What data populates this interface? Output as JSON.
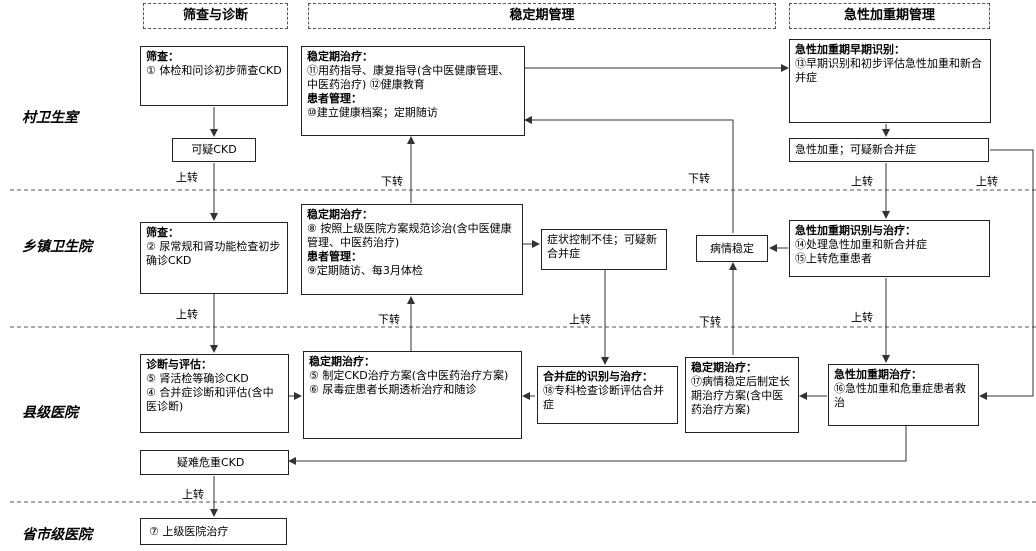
{
  "headers": {
    "screening": "筛查与诊断",
    "stable": "稳定期管理",
    "acute": "急性加重期管理"
  },
  "levels": {
    "village": "村卫生室",
    "township": "乡镇卫生院",
    "county": "县级医院",
    "city": "省市级医院"
  },
  "boxes": {
    "v_screen_title": "筛查：",
    "v_screen_body": "① 体检和问诊初步筛查CKD",
    "v_suspect": "可疑CKD",
    "v_stable_title": "稳定期治疗：",
    "v_stable_body": "⑪用药指导、康复指导(含中医健康管理、中医药治疗) ⑫健康教育",
    "v_patient_title": "患者管理：",
    "v_patient_body": "⑩建立健康档案；定期随访",
    "v_acute_title": "急性加重期早期识别：",
    "v_acute_body": "⑬早期识别和初步评估急性加重和新合并症",
    "v_acute_suspect": "急性加重；可疑新合并症",
    "t_screen_title": "筛查：",
    "t_screen_body": "② 尿常规和肾功能检查初步确诊CKD",
    "t_stable_title": "稳定期治疗：",
    "t_stable_body": "⑧ 按照上级医院方案规范诊治(含中医健康管理、中医药治疗)",
    "t_patient_title": "患者管理：",
    "t_patient_body": "⑨定期随访、每3月体检",
    "t_symptom": "症状控制不佳；可疑新合并症",
    "t_stable_ok": "病情稳定",
    "t_acute_title": "急性加重期识别与治疗：",
    "t_acute_body1": "⑭处理急性加重和新合并症",
    "t_acute_body2": "⑮上转危重患者",
    "c_diag_title": "诊断与评估：",
    "c_diag_body1": "⑤ 肾活检等确诊CKD",
    "c_diag_body2": "④ 合并症诊断和评估(含中医诊断)",
    "c_stable_title": "稳定期治疗：",
    "c_stable_body1": "⑤ 制定CKD治疗方案(含中医药治疗方案)",
    "c_stable_body2": "⑥ 尿毒症患者长期透析治疗和随诊",
    "c_comp_title": "合并症的识别与治疗：",
    "c_comp_body": "⑱专科检查诊断评估合并症",
    "c_stable2_title": "稳定期治疗：",
    "c_stable2_body": "⑰病情稳定后制定长期治疗方案(含中医药治疗方案)",
    "c_acute_title": "急性加重期治疗：",
    "c_acute_body": "⑯急性加重和危重症患者救治",
    "c_severe": "疑难危重CKD",
    "p_upper": "⑦ 上级医院治疗"
  },
  "edge_labels": {
    "up1": "上转",
    "down1": "下转",
    "down2": "下转",
    "up2": "上转",
    "up3": "上转",
    "up4": "上转",
    "down3": "下转",
    "up5": "上转",
    "down4": "下转",
    "up6": "上转",
    "up7": "上转"
  }
}
